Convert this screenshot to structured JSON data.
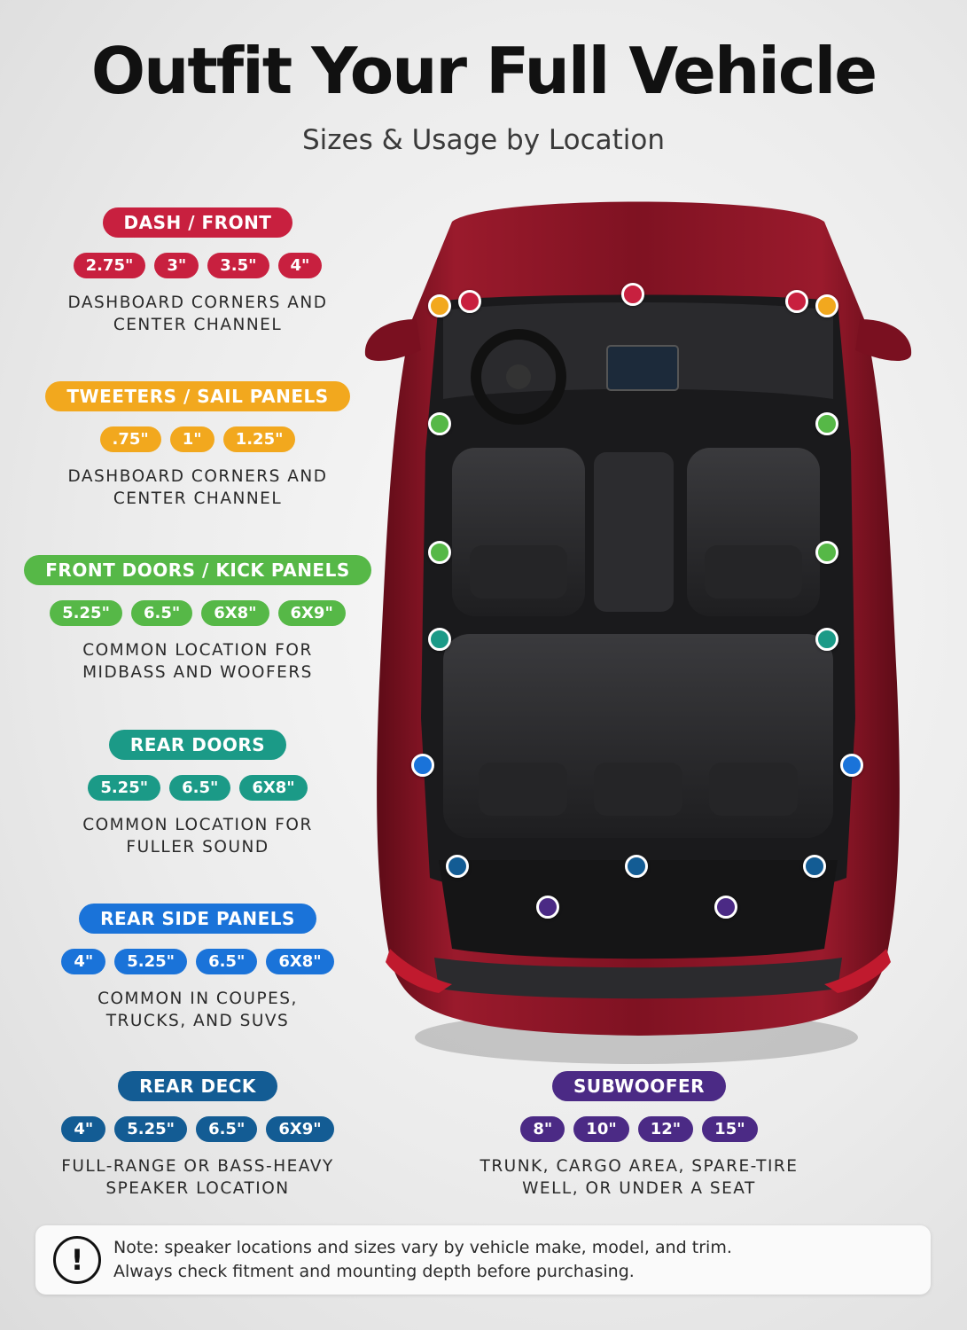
{
  "title": "Outfit Your Full Vehicle",
  "subtitle": "Sizes & Usage by Location",
  "groups": [
    {
      "header": "DASH / FRONT",
      "color": "#c8203f",
      "sizes": [
        "2.75\"",
        "3\"",
        "3.5\"",
        "4\""
      ],
      "desc_line1": "DASHBOARD CORNERS AND",
      "desc_line2": "CENTER CHANNEL"
    },
    {
      "header": "TWEETERS / SAIL PANELS",
      "color": "#f2a81e",
      "sizes": [
        ".75\"",
        "1\"",
        "1.25\""
      ],
      "desc_line1": "DASHBOARD CORNERS AND",
      "desc_line2": "CENTER CHANNEL"
    },
    {
      "header": "FRONT DOORS / KICK PANELS",
      "color": "#56b847",
      "sizes": [
        "5.25\"",
        "6.5\"",
        "6X8\"",
        "6X9\""
      ],
      "desc_line1": "COMMON LOCATION FOR",
      "desc_line2": "MIDBASS AND WOOFERS"
    },
    {
      "header": "REAR DOORS",
      "color": "#1b9a87",
      "sizes": [
        "5.25\"",
        "6.5\"",
        "6X8\""
      ],
      "desc_line1": "COMMON LOCATION FOR",
      "desc_line2": "FULLER SOUND"
    },
    {
      "header": "REAR SIDE PANELS",
      "color": "#1a73d9",
      "sizes": [
        "4\"",
        "5.25\"",
        "6.5\"",
        "6X8\""
      ],
      "desc_line1": "COMMON IN COUPES,",
      "desc_line2": "TRUCKS, AND SUVS"
    },
    {
      "header": "REAR DECK",
      "color": "#135c94",
      "sizes": [
        "4\"",
        "5.25\"",
        "6.5\"",
        "6X9\""
      ],
      "desc_line1": "FULL-RANGE OR BASS-HEAVY",
      "desc_line2": "SPEAKER LOCATION"
    },
    {
      "header": "SUBWOOFER",
      "color": "#4b2a85",
      "sizes": [
        "8\"",
        "10\"",
        "12\"",
        "15\""
      ],
      "desc_line1": "TRUNK, CARGO AREA, SPARE-TIRE",
      "desc_line2": "WELL, OR UNDER A SEAT"
    }
  ],
  "note": {
    "icon": "exclamation-icon",
    "line1": "Note: speaker locations and sizes vary by vehicle make, model, and trim.",
    "line2": "Always check fitment and mounting depth before purchasing."
  },
  "colors": {
    "car_body": "#8e1526",
    "interior": "#1c1c1e"
  }
}
